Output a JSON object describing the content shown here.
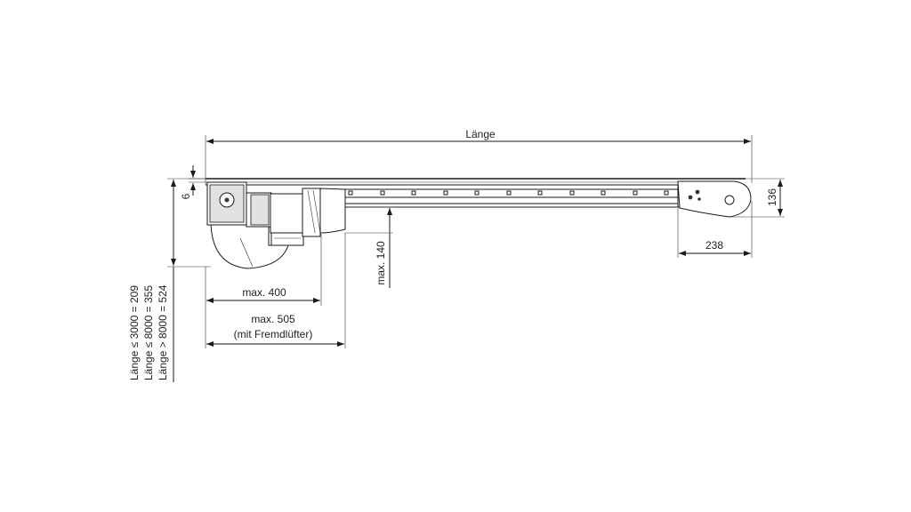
{
  "drawing": {
    "title": "",
    "labels": {
      "laenge": "Länge",
      "six": "6",
      "h136": "136",
      "w238": "238",
      "max140": "max. 140",
      "max400": "max. 400",
      "max505_line1": "max. 505",
      "max505_line2": "(mit Fremdlüfter)",
      "table_row1": "Länge ≤ 3000 = 209",
      "table_row2": "Länge ≤ 8000 = 355",
      "table_row3": "Länge > 8000 = 524"
    }
  }
}
